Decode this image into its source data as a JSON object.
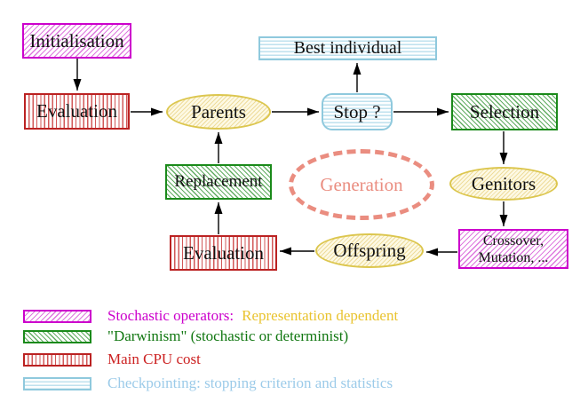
{
  "nodes": {
    "initialisation": {
      "label": "Initialisation"
    },
    "evaluation_top": {
      "label": "Evaluation"
    },
    "parents": {
      "label": "Parents"
    },
    "best_individual": {
      "label": "Best individual"
    },
    "stop": {
      "label": "Stop ?"
    },
    "selection": {
      "label": "Selection"
    },
    "replacement": {
      "label": "Replacement"
    },
    "generation": {
      "label": "Generation"
    },
    "genitors": {
      "label": "Genitors"
    },
    "crossover_mutation": {
      "line1": "Crossover,",
      "line2": "Mutation, ..."
    },
    "offspring": {
      "label": "Offspring"
    },
    "evaluation_bottom": {
      "label": "Evaluation"
    }
  },
  "legend": {
    "items": [
      {
        "id": "stochastic-operators",
        "label": "Stochastic operators:",
        "label2": "Representation dependent"
      },
      {
        "id": "darwinism",
        "label": "\"Darwinism\" (stochastic or determinist)"
      },
      {
        "id": "main-cpu-cost",
        "label": "Main CPU cost"
      },
      {
        "id": "checkpointing",
        "label": "Checkpointing: stopping criterion and statistics"
      }
    ]
  },
  "colors": {
    "stochastic_magenta": "#cc00cc",
    "representation_gold": "#e9c32f",
    "darwinism_green": "#117711",
    "cpu_red": "#cc2222",
    "checkpoint_blue": "#9ccbe9",
    "generation_salmon": "#ea8d80",
    "population_yellow_border": "#dcc64e",
    "arrow_black": "#000000"
  }
}
